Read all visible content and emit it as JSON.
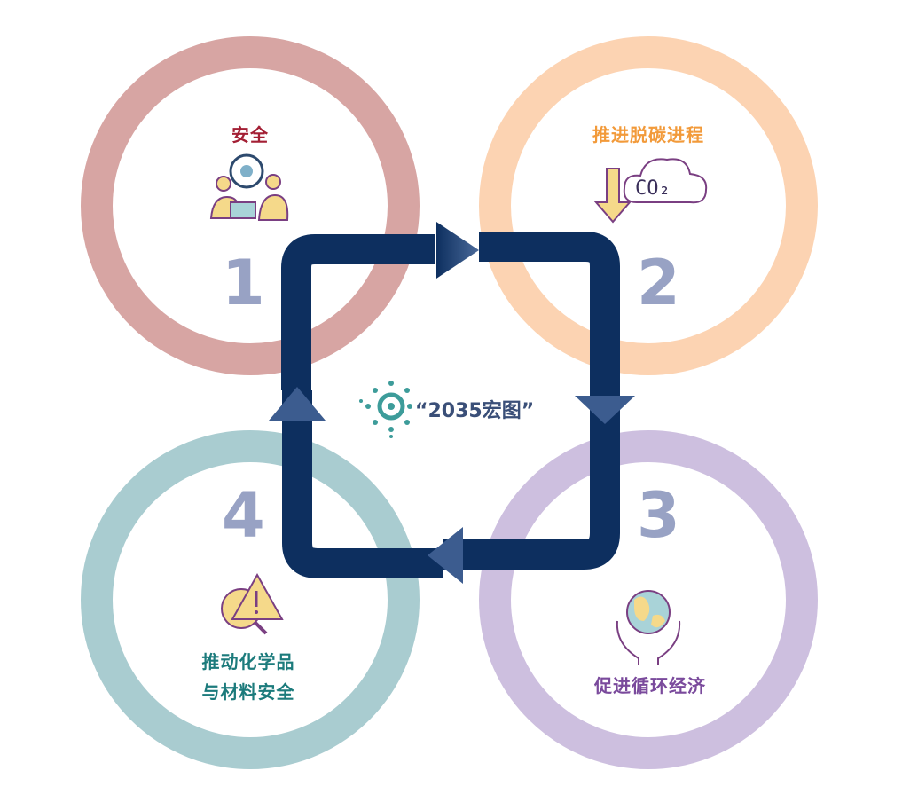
{
  "center": {
    "title": "“2035宏图”"
  },
  "pillars": [
    {
      "num": "1",
      "label": "安全",
      "color": "#d7a5a3",
      "label_color": "#a31f34"
    },
    {
      "num": "2",
      "label": "推进脱碳进程",
      "color": "#fcd3b2",
      "label_color": "#f29a3a"
    },
    {
      "num": "3",
      "label": "促进循环经济",
      "color": "#cdbfdf",
      "label_color": "#7a4a9c"
    },
    {
      "num": "4",
      "label_line1": "推动化学品",
      "label_line2": "与材料安全",
      "color": "#a9ccd0",
      "label_color": "#1c7b7c"
    }
  ],
  "icon_texts": {
    "co2": "CO₂"
  },
  "colors": {
    "arrow": "#0d2f5f",
    "number": "#98a2c4",
    "center_icon": "#3d9c9a",
    "title": "#3a4f78"
  }
}
